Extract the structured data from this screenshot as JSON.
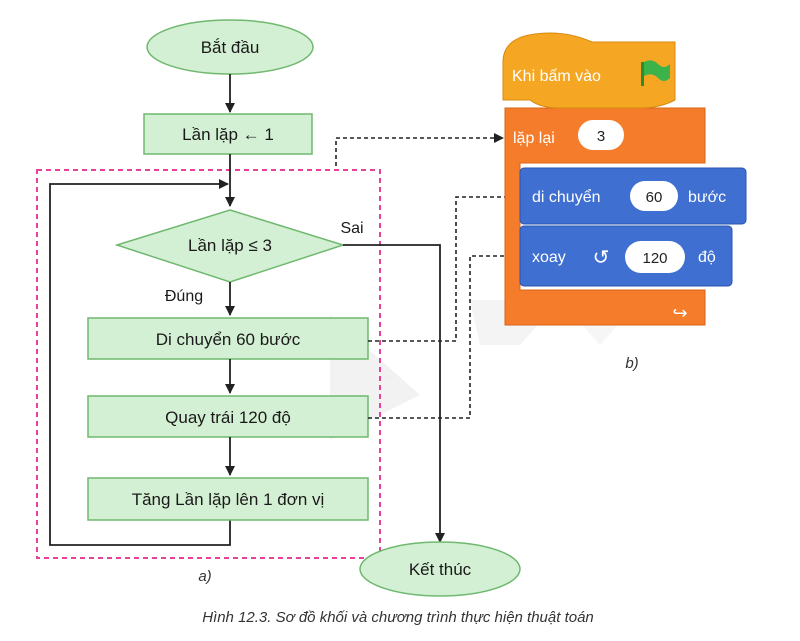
{
  "flowchart": {
    "start": "Bắt đầu",
    "init": "Lần lặp ← 1",
    "condition": "Lần lặp ≤ 3",
    "yes_label": "Đúng",
    "no_label": "Sai",
    "step1": "Di chuyển 60 bước",
    "step2": "Quay trái 120 độ",
    "step3": "Tăng Lần lặp lên 1 đơn vị",
    "end": "Kết thúc",
    "part_label": "a)"
  },
  "scratch": {
    "hat_label": "Khi bấm vào",
    "repeat_label": "lặp lại",
    "repeat_count": "3",
    "move_label": "di chuyển",
    "move_steps": "60",
    "move_unit": "bước",
    "turn_label": "xoay",
    "turn_degrees": "120",
    "turn_unit": "độ",
    "part_label": "b)",
    "colors": {
      "events": "#f5a623",
      "control": "#f47c2a",
      "motion": "#3f6fd0"
    }
  },
  "caption": "Hình 12.3. Sơ đồ khối và chương trình thực hiện thuật toán"
}
